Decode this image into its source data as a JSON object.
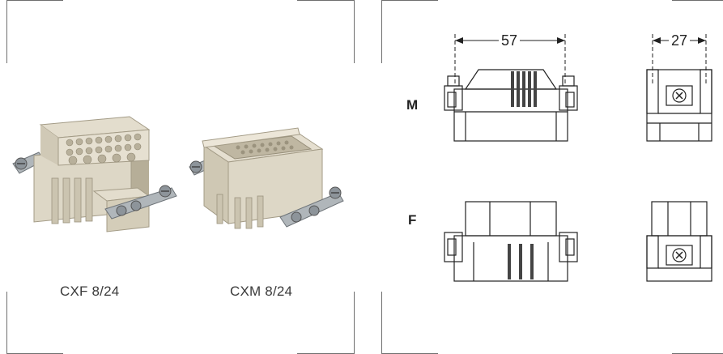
{
  "products": {
    "female_caption": "CXF 8/24",
    "male_caption": "CXM 8/24"
  },
  "drawings": {
    "row_m_label": "M",
    "row_f_label": "F",
    "width_dim": "57",
    "depth_dim": "27"
  },
  "colors": {
    "housing": "#d9d3c2",
    "housing_shadow": "#b3ab94",
    "metal": "#9aa2a8",
    "line": "#2a2a2a",
    "frame": "#6e6e6e"
  }
}
